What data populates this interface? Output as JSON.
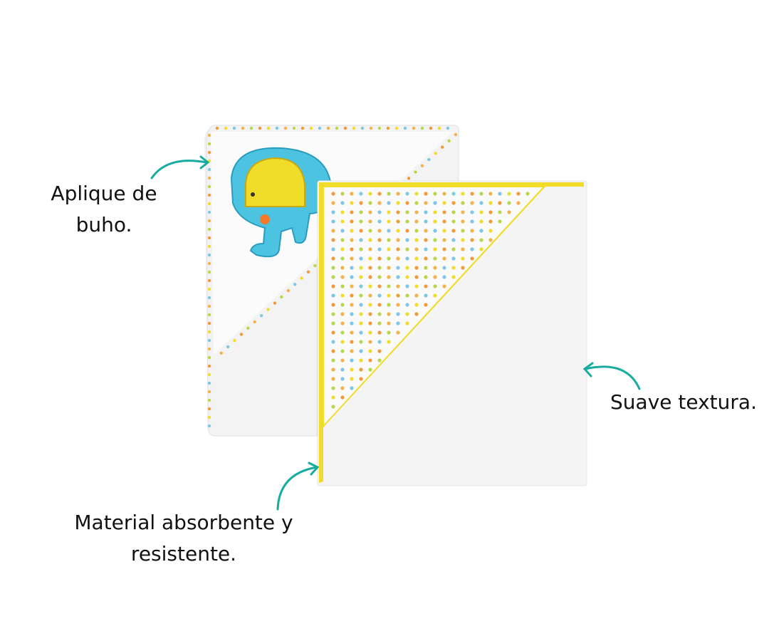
{
  "annotations": {
    "applique": {
      "line1": "Aplique de",
      "line2": "buho."
    },
    "texture": {
      "line1": "Suave textura."
    },
    "material": {
      "line1": "Material absorbente y",
      "line2": "resistente."
    }
  },
  "colors": {
    "arrow": "#17aca0",
    "yellow_trim": "#f2dc2a",
    "towel": "#f4f4f4",
    "elephant": "#4cc3e0",
    "dots": [
      "#f29a3a",
      "#7ec8e6",
      "#b9d74a",
      "#f2dc2a",
      "#f4b24a"
    ]
  }
}
